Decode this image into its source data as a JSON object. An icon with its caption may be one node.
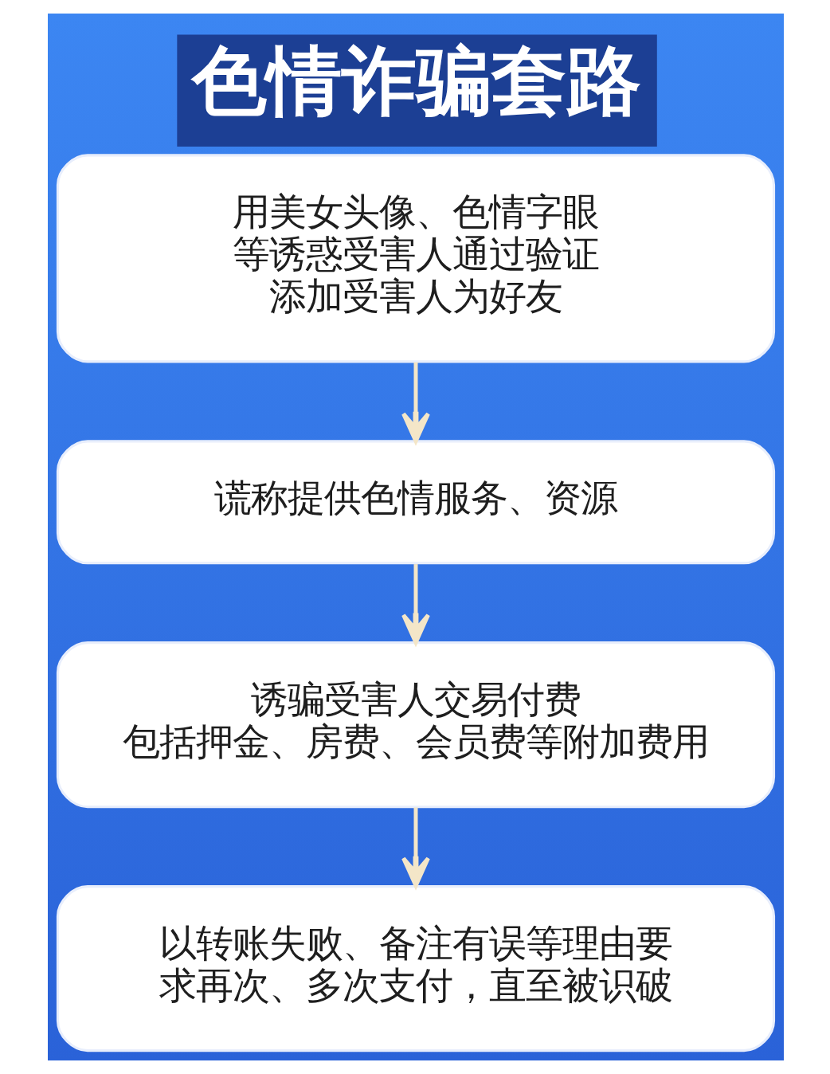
{
  "diagram": {
    "title": "色情诈骗套路",
    "nodes": [
      {
        "text": [
          "用美女头像、色情字眼等诱惑受害人通过验证",
          "添加受害人为好友"
        ]
      },
      {
        "text": [
          "谎称提供色情服务、资源"
        ]
      },
      {
        "text": [
          "诱骗受害人交易付费",
          "包括押金、房费、会员费等附加费用"
        ]
      },
      {
        "text": [
          "以转账失败、备注有误等理由要求再次、多次支付，直至被识破"
        ]
      }
    ],
    "edges": [
      {
        "from": 0,
        "to": 1,
        "arrow": "to"
      },
      {
        "from": 1,
        "to": 2,
        "arrow": "to"
      },
      {
        "from": 2,
        "to": 3,
        "arrow": "to"
      }
    ]
  }
}
